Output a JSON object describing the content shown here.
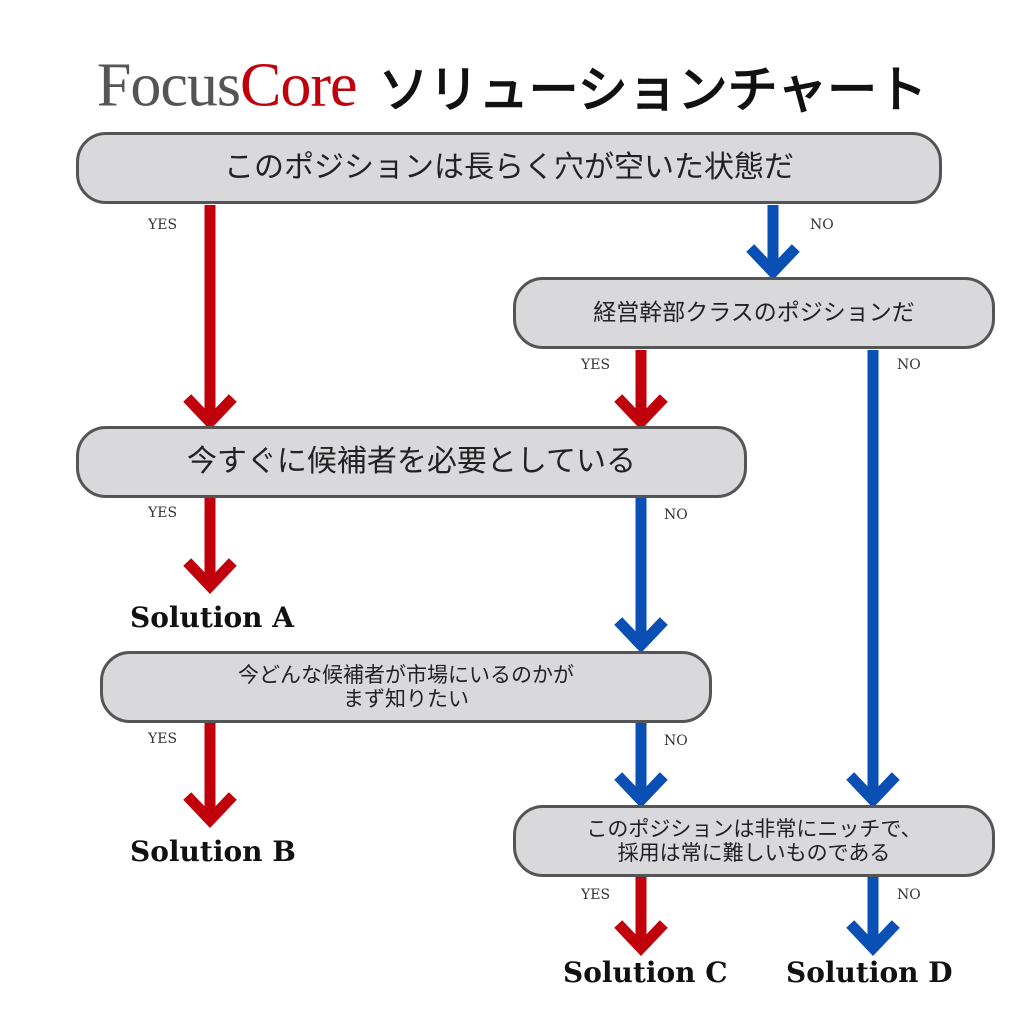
{
  "title": {
    "logo_focus": "Focus",
    "logo_core": "Core",
    "heading": "ソリューションチャート"
  },
  "colors": {
    "yes_arrow": "#c0000b",
    "no_arrow": "#0a4fb4",
    "box_fill": "#d9d9dc",
    "box_border": "#555555"
  },
  "questions": {
    "q1": "このポジションは長らく穴が空いた状態だ",
    "q2": "経営幹部クラスのポジションだ",
    "q3": "今すぐに候補者を必要としている",
    "q4_line1": "今どんな候補者が市場にいるのかが",
    "q4_line2": "まず知りたい",
    "q5_line1": "このポジションは非常にニッチで、",
    "q5_line2": "採用は常に難しいものである"
  },
  "labels": {
    "yes": "YES",
    "no": "NO"
  },
  "solutions": {
    "a": "Solution A",
    "b": "Solution B",
    "c": "Solution C",
    "d": "Solution D"
  }
}
